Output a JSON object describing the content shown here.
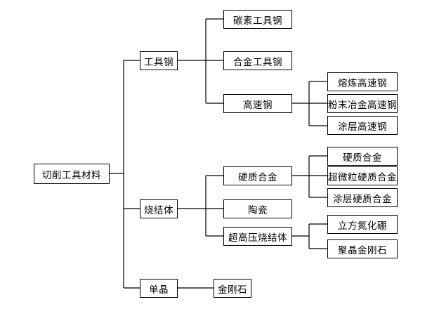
{
  "tree": {
    "root": "切削工具材料",
    "branches": [
      {
        "label": "工具钢",
        "children": [
          {
            "label": "碳素工具钢"
          },
          {
            "label": "合金工具钢"
          },
          {
            "label": "高速钢",
            "children": [
              "熔炼高速钢",
              "粉末冶金高速钢",
              "涂层高速钢"
            ]
          }
        ]
      },
      {
        "label": "烧结体",
        "children": [
          {
            "label": "硬质合金",
            "children": [
              "硬质合金",
              "超微粒硬质合金",
              "涂层硬质合金"
            ]
          },
          {
            "label": "陶瓷"
          },
          {
            "label": "超高压烧结体",
            "children": [
              "立方氮化硼",
              "聚晶金刚石"
            ]
          }
        ]
      },
      {
        "label": "单晶",
        "children": [
          {
            "label": "金刚石"
          }
        ]
      }
    ]
  }
}
